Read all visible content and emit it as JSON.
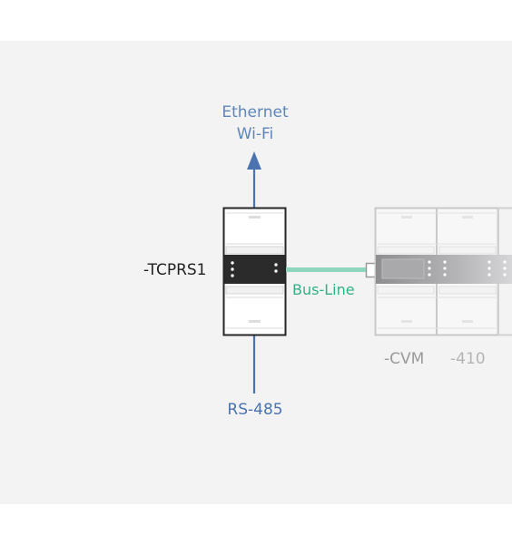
{
  "labels": {
    "network": [
      "Ethernet",
      "Wi-Fi"
    ],
    "serial": "RS-485",
    "module": "-TCPRS1",
    "bus": "Bus-Line",
    "controller": "-CVM",
    "expansion": "-410"
  },
  "colors": {
    "network_blue": "#5f86b8",
    "bus_green": "#2fb189",
    "module_dark": "#262626",
    "faded_gray": "#c8c8c8",
    "background": "#f3f3f3"
  }
}
